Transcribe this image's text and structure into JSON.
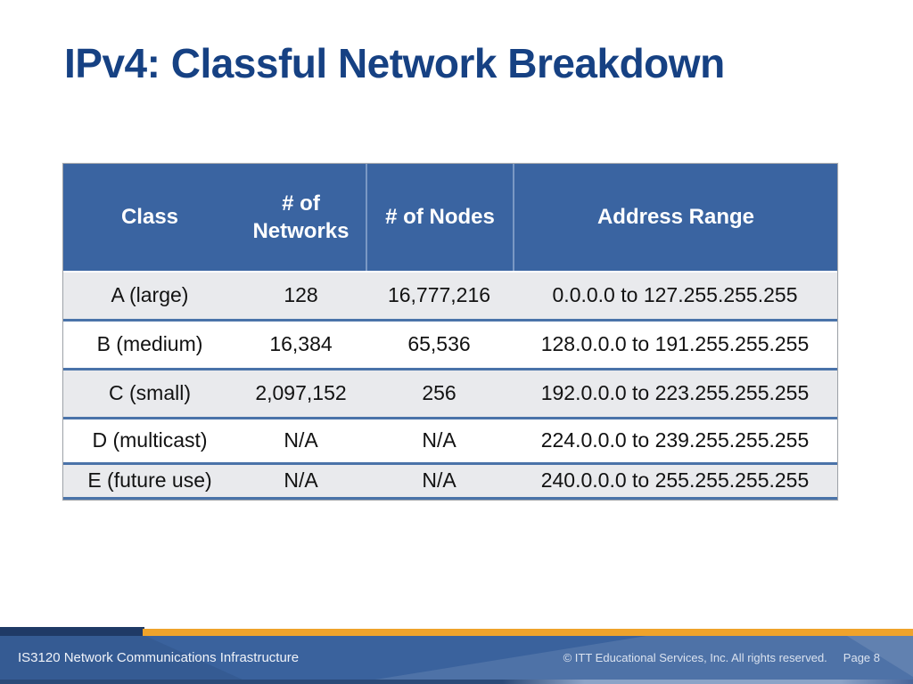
{
  "slide": {
    "title": "IPv4: Classful Network Breakdown"
  },
  "table": {
    "columns": [
      "Class",
      "# of Networks",
      "# of Nodes",
      "Address Range"
    ],
    "rows": [
      [
        "A (large)",
        "128",
        "16,777,216",
        "0.0.0.0 to 127.255.255.255"
      ],
      [
        "B (medium)",
        "16,384",
        "65,536",
        "128.0.0.0 to 191.255.255.255"
      ],
      [
        "C (small)",
        "2,097,152",
        "256",
        "192.0.0.0 to 223.255.255.255"
      ],
      [
        "D (multicast)",
        "N/A",
        "N/A",
        "224.0.0.0 to 239.255.255.255"
      ],
      [
        "E (future use)",
        "N/A",
        "N/A",
        "240.0.0.0 to 255.255.255.255"
      ]
    ]
  },
  "footer": {
    "course": "IS3120 Network Communications Infrastructure",
    "copyright": "© ITT Educational Services, Inc. All rights reserved.",
    "page": "Page 8"
  },
  "colors": {
    "title_text": "#164183",
    "table_header_bg": "#3a64a1",
    "table_header_text": "#ffffff",
    "row_alt_bg": "#e9eaed",
    "row_divider": "#4a73a9",
    "accent_orange": "#efa32b",
    "footer_navy": "#1f3a66",
    "footer_band": "#3a629d"
  }
}
